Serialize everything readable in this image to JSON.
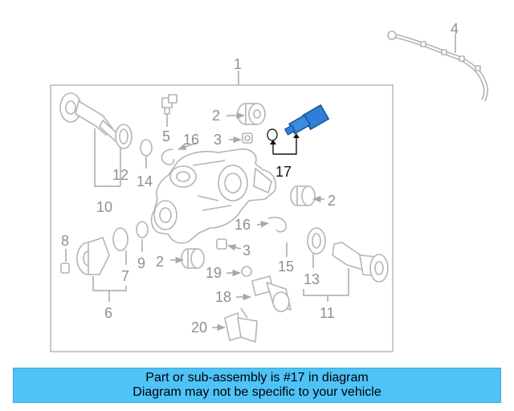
{
  "diagram": {
    "callouts": {
      "c1": "1",
      "c2a": "2",
      "c2b": "2",
      "c2c": "2",
      "c3a": "3",
      "c3b": "3",
      "c4": "4",
      "c5": "5",
      "c6": "6",
      "c7": "7",
      "c8": "8",
      "c9": "9",
      "c10": "10",
      "c11": "11",
      "c12": "12",
      "c13": "13",
      "c14": "14",
      "c15": "15",
      "c16a": "16",
      "c16b": "16",
      "c17": "17",
      "c18": "18",
      "c19": "19",
      "c20": "20"
    },
    "highlight_color": "#2f7fd6"
  },
  "banner": {
    "line1": "Part or sub-assembly is #17 in diagram",
    "line2": "Diagram may not be specific to your vehicle",
    "background": "#4fc3f7"
  }
}
